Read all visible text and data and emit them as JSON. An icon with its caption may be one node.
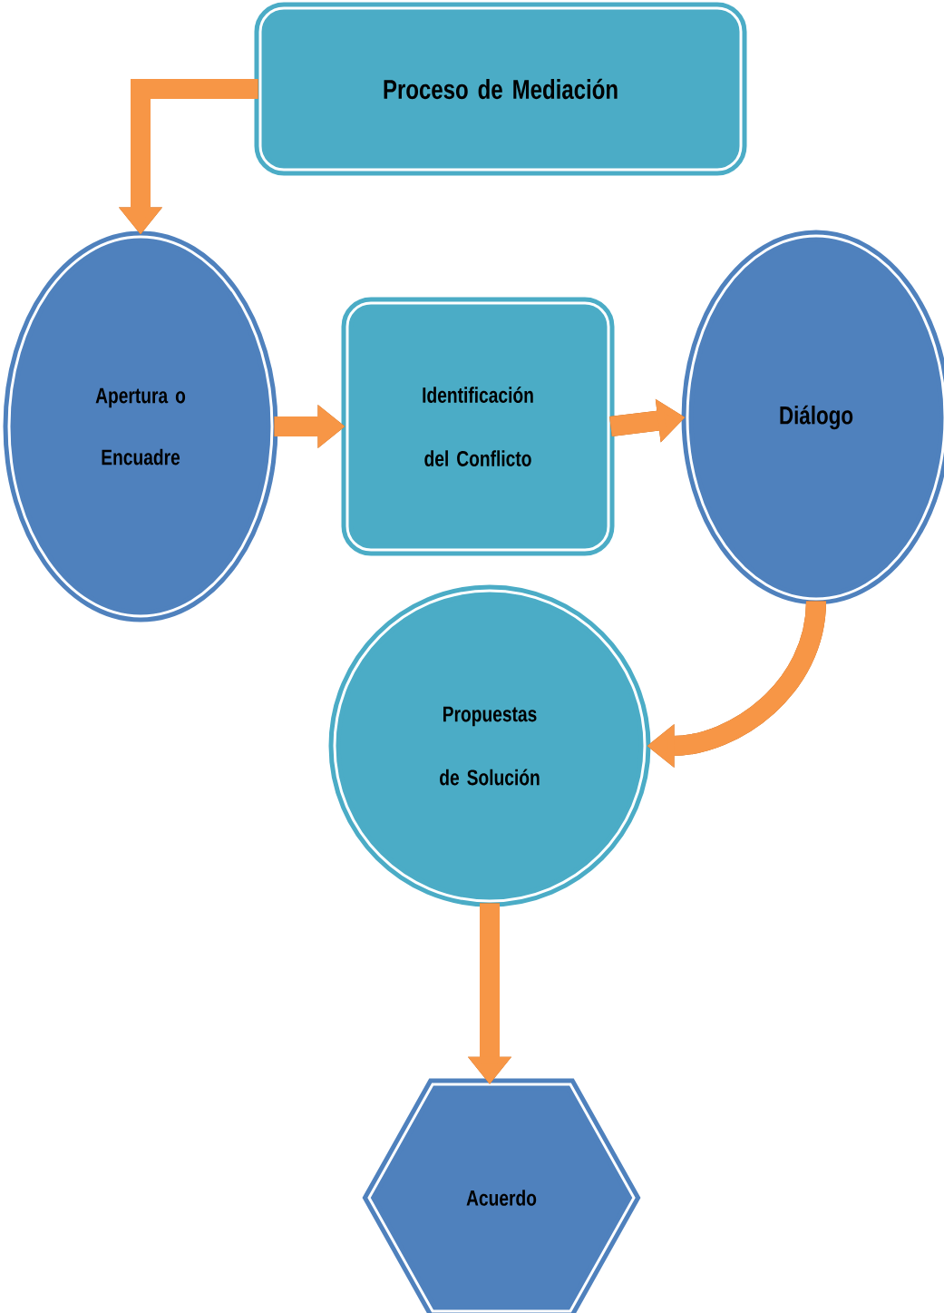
{
  "diagram": {
    "nodes": [
      {
        "text": [
          "Proceso de Mediación"
        ]
      },
      {
        "text": [
          "Apertura o Encuadre"
        ]
      },
      {
        "text": [
          "Identificación del Conflicto"
        ]
      },
      {
        "text": [
          "Diálogo"
        ]
      },
      {
        "text": [
          "Propuestas de Solución"
        ]
      },
      {
        "text": [
          "Acuerdo"
        ]
      }
    ],
    "edges": [
      {
        "from": 0,
        "to": 1,
        "arrow": "to"
      },
      {
        "from": 1,
        "to": 2,
        "arrow": "to"
      },
      {
        "from": 2,
        "to": 3,
        "arrow": "to"
      },
      {
        "from": 3,
        "to": 4,
        "arrow": "to"
      },
      {
        "from": 4,
        "to": 5,
        "arrow": "to"
      }
    ]
  }
}
